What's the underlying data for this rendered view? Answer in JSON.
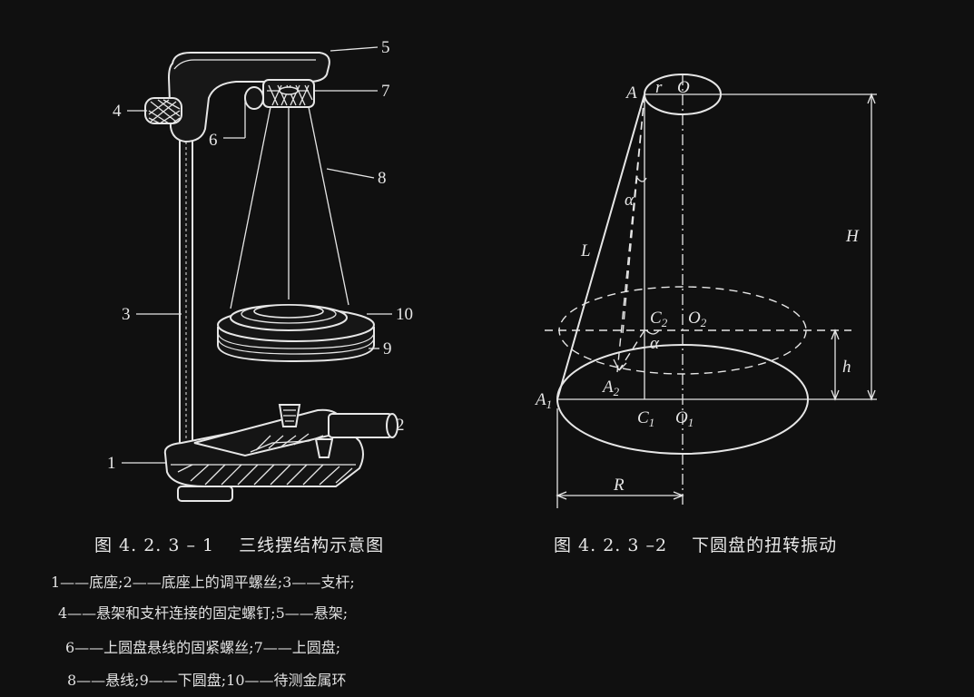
{
  "figure1": {
    "caption": "图 4. 2. 3 – 1 　三线摆结构示意图",
    "part_numbers": [
      "1",
      "2",
      "3",
      "4",
      "5",
      "6",
      "7",
      "8",
      "9",
      "10"
    ],
    "legend_lines": [
      "1——底座;2——底座上的调平螺丝;3——支杆;",
      "4——悬架和支杆连接的固定螺钉;5——悬架;",
      "6——上圆盘悬线的固紧螺丝;7——上圆盘;",
      "8——悬线;9——下圆盘;10——待测金属环"
    ]
  },
  "figure2": {
    "caption": "图 4. 2. 3 –2 　下圆盘的扭转振动",
    "labels": {
      "A": "A",
      "r": "r",
      "O": "O",
      "alpha_top": "α",
      "L": "L",
      "H": "H",
      "C2": "C",
      "C2_sub": "2",
      "O2": "O",
      "O2_sub": "2",
      "alpha_mid": "α",
      "h": "h",
      "A2": "A",
      "A2_sub": "2",
      "A1": "A",
      "A1_sub": "1",
      "C1": "C",
      "C1_sub": "1",
      "O1": "O",
      "O1_sub": "1",
      "R": "R"
    }
  }
}
